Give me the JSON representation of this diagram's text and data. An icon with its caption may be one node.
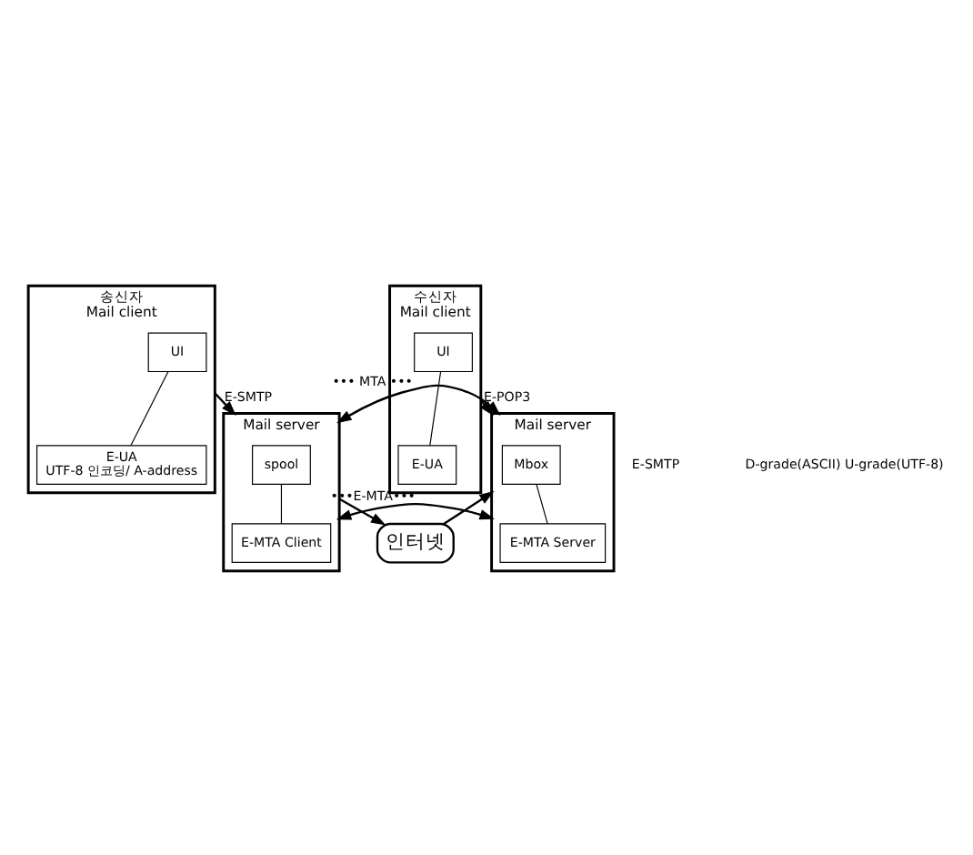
{
  "diagram": {
    "nodes": [
      {
        "text": [
          "송신자",
          "Mail client"
        ]
      },
      {
        "text": [
          "UI"
        ],
        "in": 0
      },
      {
        "text": [
          "E-UA",
          "UTF-8 인코딩/ A-address"
        ],
        "in": 0
      },
      {
        "text": [
          "수신자",
          "Mail client"
        ]
      },
      {
        "text": [
          "UI"
        ],
        "in": 3
      },
      {
        "text": [
          "E-UA"
        ],
        "in": 3
      },
      {
        "text": [
          "Mail server"
        ]
      },
      {
        "text": [
          "spool"
        ],
        "in": 6
      },
      {
        "text": [
          "E-MTA Client"
        ],
        "in": 6
      },
      {
        "text": [
          "Mail server"
        ]
      },
      {
        "text": [
          "Mbox"
        ],
        "in": 9
      },
      {
        "text": [
          "E-MTA Server"
        ],
        "in": 9
      },
      {
        "text": [
          "인터넷"
        ]
      }
    ],
    "edges": [
      {
        "from": 1,
        "to": 2,
        "arrow": "none"
      },
      {
        "from": 4,
        "to": 5,
        "arrow": "none"
      },
      {
        "from": 0,
        "to": 6,
        "arrow": "to",
        "label": "E-SMTP"
      },
      {
        "from": 3,
        "to": 9,
        "arrow": "to",
        "label": "E-POP3"
      },
      {
        "from": 7,
        "to": 8,
        "arrow": "none"
      },
      {
        "from": 10,
        "to": 11,
        "arrow": "none"
      },
      {
        "from": 6,
        "to": 9,
        "arrow": "both",
        "label": "••• MTA •••"
      },
      {
        "from": 6,
        "to": 9,
        "arrow": "both",
        "label": "•••E-MTA•••"
      },
      {
        "from": 6,
        "to": 12,
        "arrow": "to"
      },
      {
        "from": 12,
        "to": 9,
        "arrow": "to"
      }
    ],
    "labels": [
      "E-SMTP",
      "D-grade(ASCII) U-grade(UTF-8)"
    ]
  }
}
